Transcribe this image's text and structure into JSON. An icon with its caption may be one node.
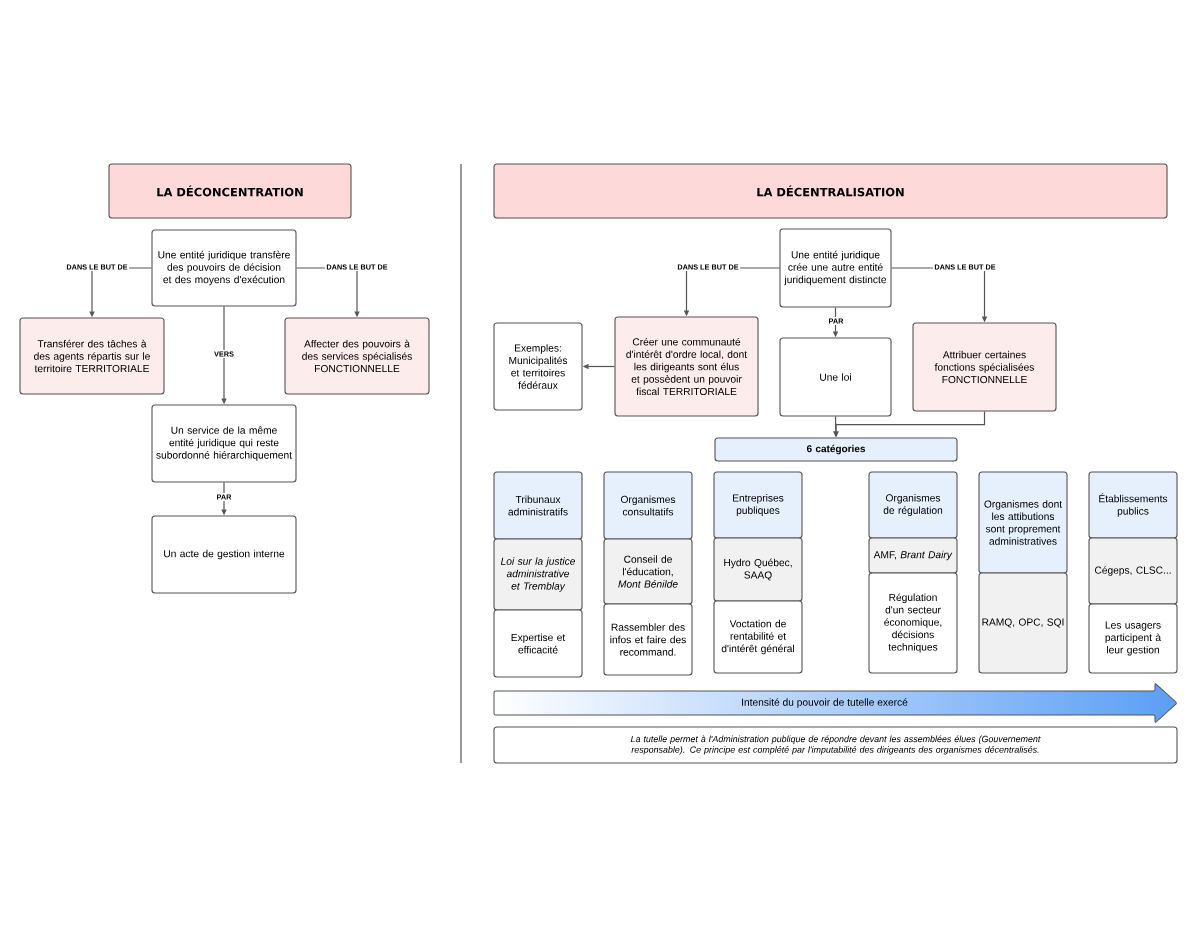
{
  "diagram": {
    "nodes": [
      {
        "text": [
          "LA DÉCONCENTRATION"
        ]
      },
      {
        "text": [
          "Une entité juridique transfère des pouvoirs de décision et des moyens d'exécution"
        ]
      },
      {
        "text": [
          "Transférer des tâches à des agents répartis sur le territoire TERRITORIALE"
        ]
      },
      {
        "text": [
          "Affecter des pouvoirs à des services spécialisés FONCTIONNELLE"
        ]
      },
      {
        "text": [
          "Un service de la même entité juridique qui reste subordonné hiérarchiquement"
        ]
      },
      {
        "text": [
          "Un acte de gestion interne"
        ]
      },
      {
        "text": [
          "LA DÉCENTRALISATION"
        ]
      },
      {
        "text": [
          "Une entité juridique crée une autre entité juridiquement distincte"
        ]
      },
      {
        "text": [
          "Exemples: Municipalités et territoires fédéraux"
        ]
      },
      {
        "text": [
          "Créer une communauté d'intérêt d'ordre local, dont les dirigeants sont élus et possèdent un pouvoir fiscal TERRITORIALE"
        ]
      },
      {
        "text": [
          "Une loi"
        ]
      },
      {
        "text": [
          "Attribuer certaines fonctions spécialisées FONCTIONNELLE"
        ]
      },
      {
        "text": [
          "6 catégories"
        ]
      },
      {
        "text": [
          "Tribunaux administratifs"
        ]
      },
      {
        "text": [
          "Loi sur la justice administrative et Tremblay"
        ]
      },
      {
        "text": [
          "Expertise et efficacité"
        ]
      },
      {
        "text": [
          "Organismes consultatifs"
        ]
      },
      {
        "text": [
          "Conseil de l'éducation, *Mont Bénilde*"
        ]
      },
      {
        "text": [
          "Rassembler des infos et faire des recommand."
        ]
      },
      {
        "text": [
          "Entreprises publiques"
        ]
      },
      {
        "text": [
          "Hydro Québec, SAAQ"
        ]
      },
      {
        "text": [
          "Voctation de rentabilité et d'intérêt général"
        ]
      },
      {
        "text": [
          "Organismes de régulation"
        ]
      },
      {
        "text": [
          "AMF, *Brant Dairy*"
        ]
      },
      {
        "text": [
          "Régulation d'un secteur économique, décisions techniques"
        ]
      },
      {
        "text": [
          "Organismes dont les attibutions sont proprement administratives"
        ]
      },
      {
        "text": [
          "RAMQ, OPC, SQI"
        ]
      },
      {
        "text": [
          "Établissements publics"
        ]
      },
      {
        "text": [
          "Cégeps, CLSC..."
        ]
      },
      {
        "text": [
          "Les usagers participent à leur gestion"
        ]
      },
      {
        "text": [
          "Intensité du pouvoir de tutelle exercé"
        ]
      },
      {
        "text": [
          "La tutelle permet à l'Administration publique de répondre devant les assemblées élues (Gouvernement responsable). Ce principe est complété par l'imputabilité des dirigeants des organismes décentralisés."
        ]
      }
    ],
    "edges": [
      {
        "from": 1,
        "to": 2,
        "arrow": "to",
        "label": "DANS LE BUT DE"
      },
      {
        "from": 1,
        "to": 3,
        "arrow": "to",
        "label": "DANS LE BUT DE"
      },
      {
        "from": 1,
        "to": 4,
        "arrow": "to",
        "label": "VERS"
      },
      {
        "from": 4,
        "to": 5,
        "arrow": "to",
        "label": "PAR"
      },
      {
        "from": 7,
        "to": 9,
        "arrow": "to",
        "label": "DANS LE BUT DE"
      },
      {
        "from": 7,
        "to": 11,
        "arrow": "to",
        "label": "DANS LE BUT DE"
      },
      {
        "from": 7,
        "to": 10,
        "arrow": "to",
        "label": "PAR"
      },
      {
        "from": 9,
        "to": 8,
        "arrow": "to"
      },
      {
        "from": 10,
        "to": 12,
        "arrow": "to"
      },
      {
        "from": 11,
        "to": 12,
        "arrow": "to"
      }
    ]
  }
}
